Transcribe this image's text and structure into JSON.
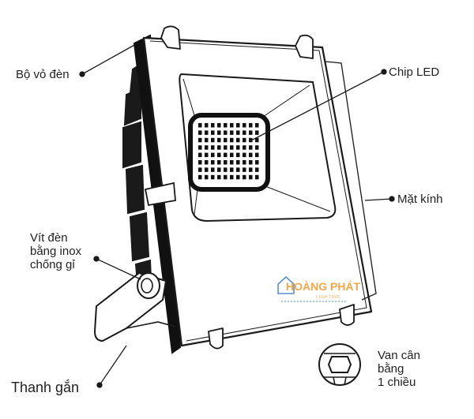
{
  "labels": {
    "housing": "Bộ vỏ đèn",
    "chip": "Chip LED",
    "glass": "Mặt kính",
    "screw_line1": "Vít đèn",
    "screw_line2": "bằng inox",
    "screw_line3": "chống gỉ",
    "bracket": "Thanh gắn",
    "valve_line1": "Van cân",
    "valve_line2": "bằng",
    "valve_line3": "1 chiều"
  },
  "logo": {
    "name": "HOÀNG PHÁT",
    "sub": "LIGHTING",
    "accent_color": "#f4a64a",
    "blue_color": "#5b8fd0"
  },
  "colors": {
    "stroke": "#1a1a1a",
    "gasket": "#111111",
    "panel": "#ffffff"
  }
}
